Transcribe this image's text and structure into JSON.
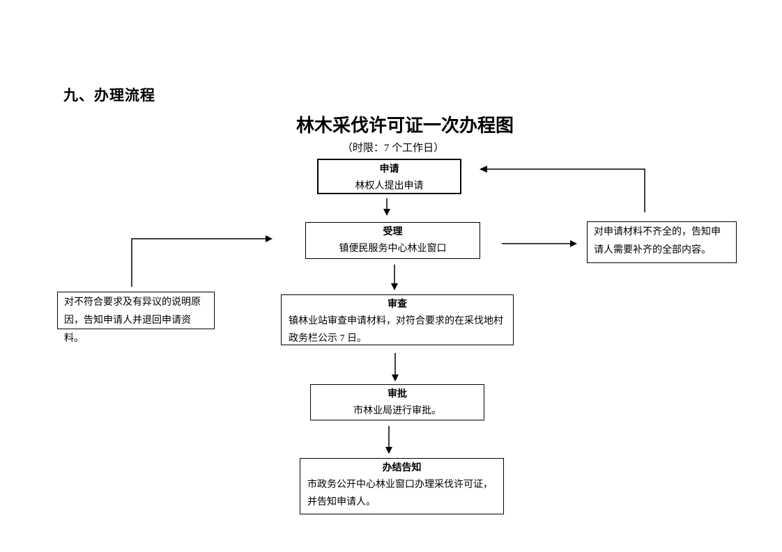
{
  "page": {
    "heading": "九、办理流程",
    "title": "林木采伐许可证一次办程图",
    "subtitle": "（时限：7 个工作日）"
  },
  "colors": {
    "ink": "#000000",
    "box_border": "#000000",
    "box_fill": "#ffffff",
    "page_background": "#ffffff"
  },
  "flow": {
    "nodes": [
      {
        "title": "申请",
        "body": "林权人提出申请"
      },
      {
        "title": "受理",
        "body": "镇便民服务中心林业窗口"
      },
      {
        "title": "审查",
        "body": "镇林业站审查申请材料，对符合要求的在采伐地村政务栏公示 7 日。"
      },
      {
        "title": "审批",
        "body": "市林业局进行审批。"
      },
      {
        "title": "办结告知",
        "body": "市政务公开中心林业窗口办理采伐许可证，并告知申请人。"
      }
    ],
    "notes": [
      {
        "text": "对申请材料不齐全的，告知申请人需要补齐的全部内容。"
      },
      {
        "text": "对不符合要求及有异议的说明原因，告知申请人并退回申请资料。"
      }
    ]
  }
}
